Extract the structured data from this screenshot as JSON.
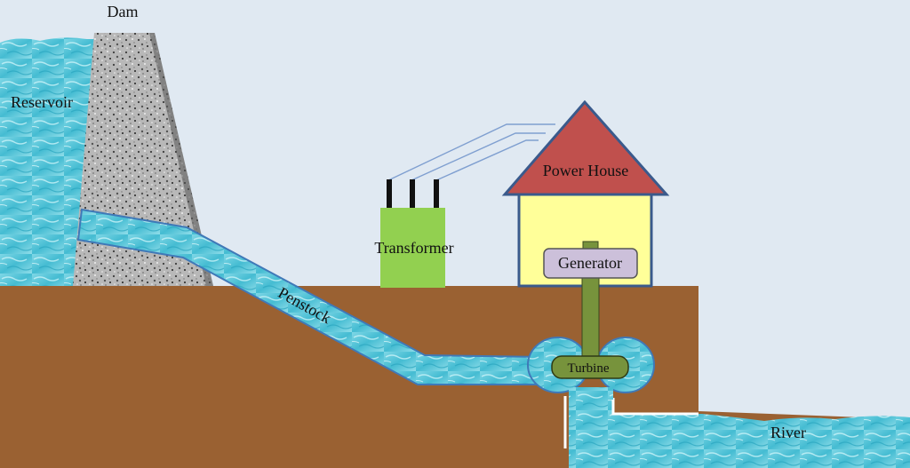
{
  "labels": {
    "dam": "Dam",
    "reservoir": "Reservoir",
    "power_house": "Power House",
    "transformer": "Transformer",
    "generator": "Generator",
    "penstock": "Penstock",
    "turbine": "Turbine",
    "river": "River"
  },
  "colors": {
    "sky": "#e0e9f2",
    "ground": "#9a6132",
    "water": "#4fc3d6",
    "water_light": "#9fe2ec",
    "dam_concrete": "#a9a9a9",
    "roof": "#c0504d",
    "house_wall": "#ffff99",
    "house_outline": "#3a5a8c",
    "generator_box": "#ccc0da",
    "transformer": "#92d050",
    "shaft": "#77933c",
    "power_lines": "#7f9fd0"
  }
}
